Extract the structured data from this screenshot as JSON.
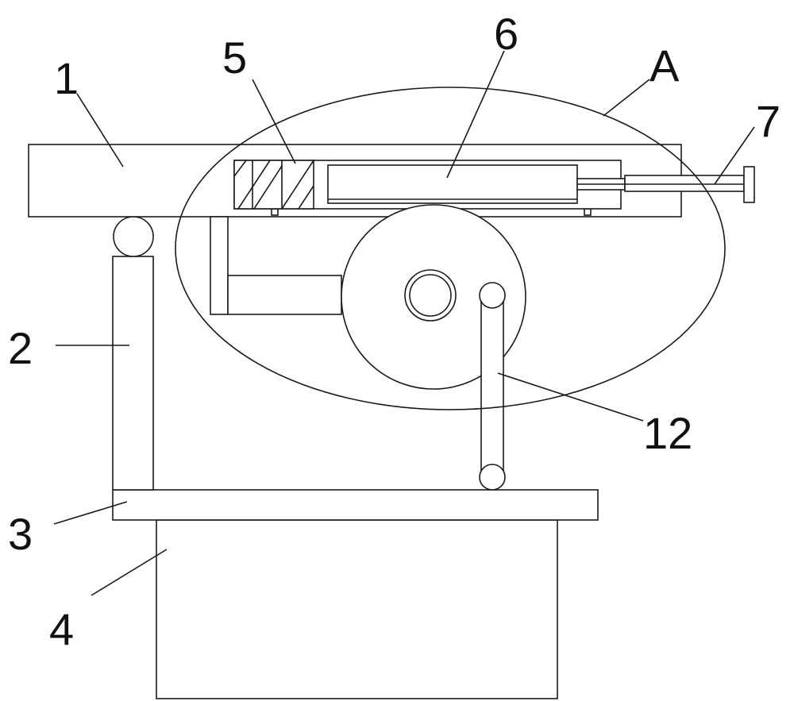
{
  "labels": {
    "l1": "1",
    "l2": "2",
    "l3": "3",
    "l4": "4",
    "l5": "5",
    "l6": "6",
    "l7": "7",
    "l12": "12",
    "lA": "A"
  },
  "colors": {
    "line": "#1a1a1a",
    "background": "#ffffff"
  }
}
